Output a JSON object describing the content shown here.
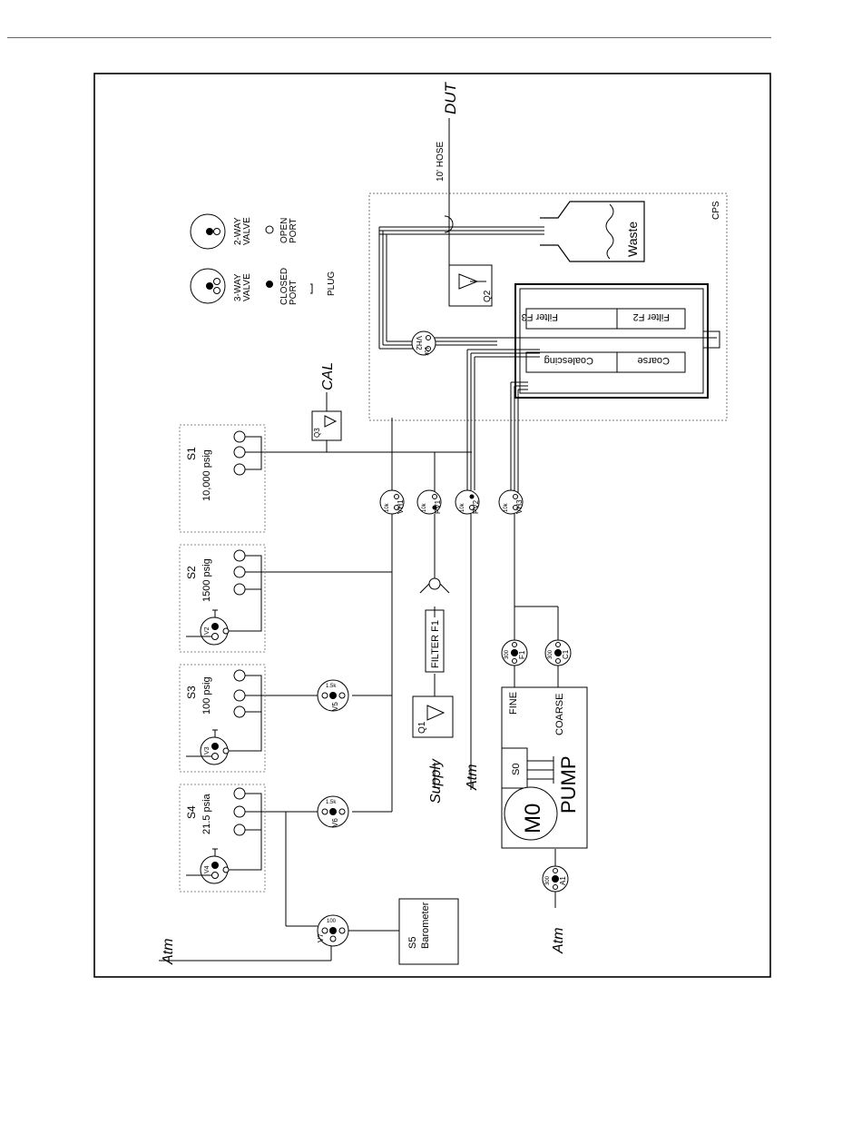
{
  "labels": {
    "dut": "DUT",
    "hose": "10' HOSE",
    "cal": "CAL",
    "cps": "CPS",
    "waste": "Waste",
    "supply": "Supply",
    "atm": "Atm",
    "pump": "PUMP",
    "fine": "FINE",
    "coarse": "COARSE",
    "filter": "FILTER  F1"
  },
  "legend": {
    "three_way": "3-WAY\nVALVE",
    "two_way": "2-WAY\nVALVE",
    "closed_port": "CLOSED\nPORT",
    "open_port": "OPEN\nPORT",
    "plug": "PLUG"
  },
  "filters": {
    "f3": "Filter  F3",
    "f2": "Filter F2",
    "coalescing": "Coalescing",
    "coarse": "Coarse"
  },
  "sensors": [
    {
      "id": "S1",
      "range": "10,000 psig"
    },
    {
      "id": "S2",
      "range": "1500 psig"
    },
    {
      "id": "S3",
      "range": "100 psig"
    },
    {
      "id": "S4",
      "range": "21.5 psia"
    }
  ],
  "barometer": {
    "id": "S5",
    "name": "Barometer"
  },
  "valves": [
    {
      "id": "VH1",
      "rating": "10k"
    },
    {
      "id": "PV1",
      "rating": "10k"
    },
    {
      "id": "PV2",
      "rating": "10k"
    },
    {
      "id": "VH3",
      "rating": "10k"
    },
    {
      "id": "VH2",
      "rating": "10k"
    },
    {
      "id": "V5",
      "rating": "1.5k"
    },
    {
      "id": "V6",
      "rating": "1.5k"
    },
    {
      "id": "V7",
      "rating": "100"
    },
    {
      "id": "F1",
      "rating": "300"
    },
    {
      "id": "C1",
      "rating": "300"
    },
    {
      "id": "A1",
      "rating": "300"
    },
    {
      "id": "V2",
      "rating": ""
    },
    {
      "id": "V3",
      "rating": ""
    },
    {
      "id": "V4",
      "rating": ""
    }
  ],
  "regulators": {
    "q1": "Q1",
    "q2": "Q2",
    "q3": "Q3"
  },
  "motor": {
    "m0": "M0",
    "s0": "S0"
  }
}
